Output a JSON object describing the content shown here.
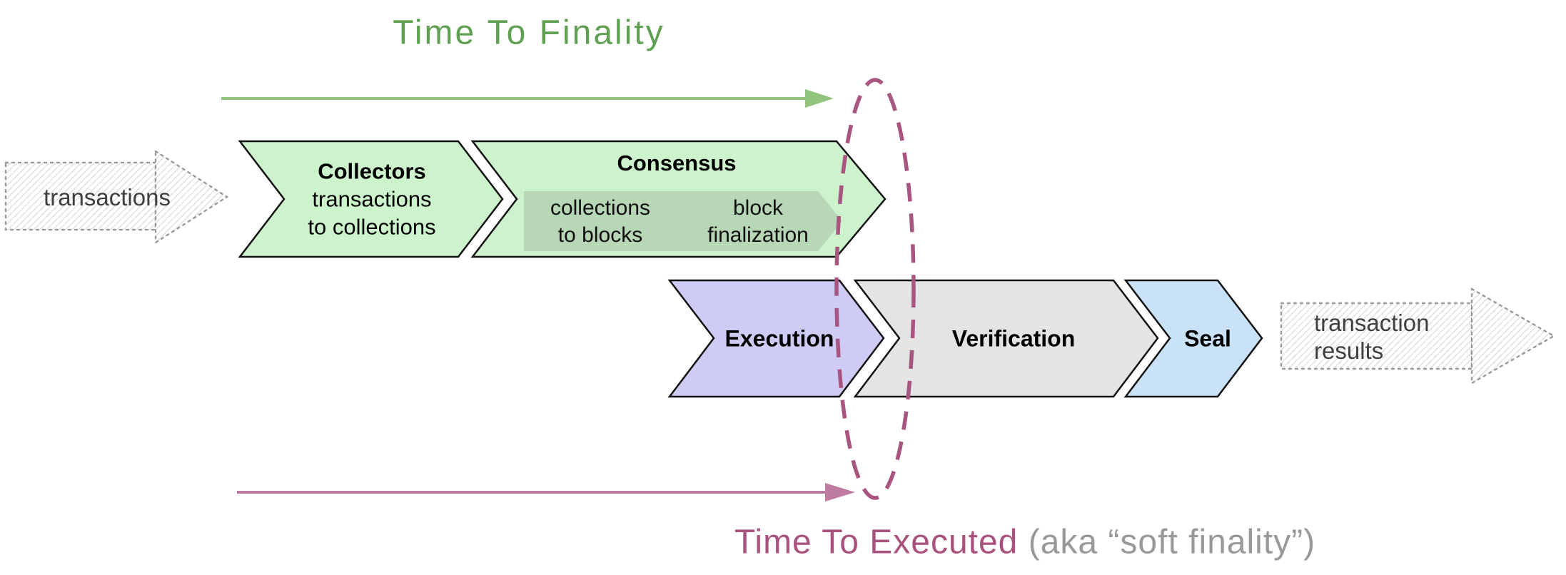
{
  "diagram": {
    "title_top": "Time To Finality",
    "bottom_caption": {
      "primary": "Time To Executed",
      "secondary": "(aka “soft finality”)"
    },
    "input_arrow": {
      "label": "transactions"
    },
    "output_arrow": {
      "label_line1": "transaction",
      "label_line2": "results"
    },
    "stages": {
      "collectors": {
        "title": "Collectors",
        "line1": "transactions",
        "line2": "to collections"
      },
      "consensus": {
        "title": "Consensus",
        "sub1_line1": "collections",
        "sub1_line2": "to blocks",
        "sub2_line1": "block",
        "sub2_line2": "finalization"
      },
      "execution": {
        "title": "Execution"
      },
      "verification": {
        "title": "Verification"
      },
      "seal": {
        "title": "Seal"
      }
    },
    "colors": {
      "green_text": "#5fa052",
      "green_arrow": "#93c47d",
      "green_fill": "#cdf3cd",
      "green_sub_fill": "#b8d7b6",
      "purple_fill": "#cecbf5",
      "gray_fill": "#e4e4e4",
      "blue_fill": "#c9e2f8",
      "pink_arrow": "#c07ba2",
      "magenta_text": "#a9527d",
      "ellipse": "#a85581",
      "gray_text": "#999999",
      "sketch_text": "#3f3f3f"
    }
  }
}
